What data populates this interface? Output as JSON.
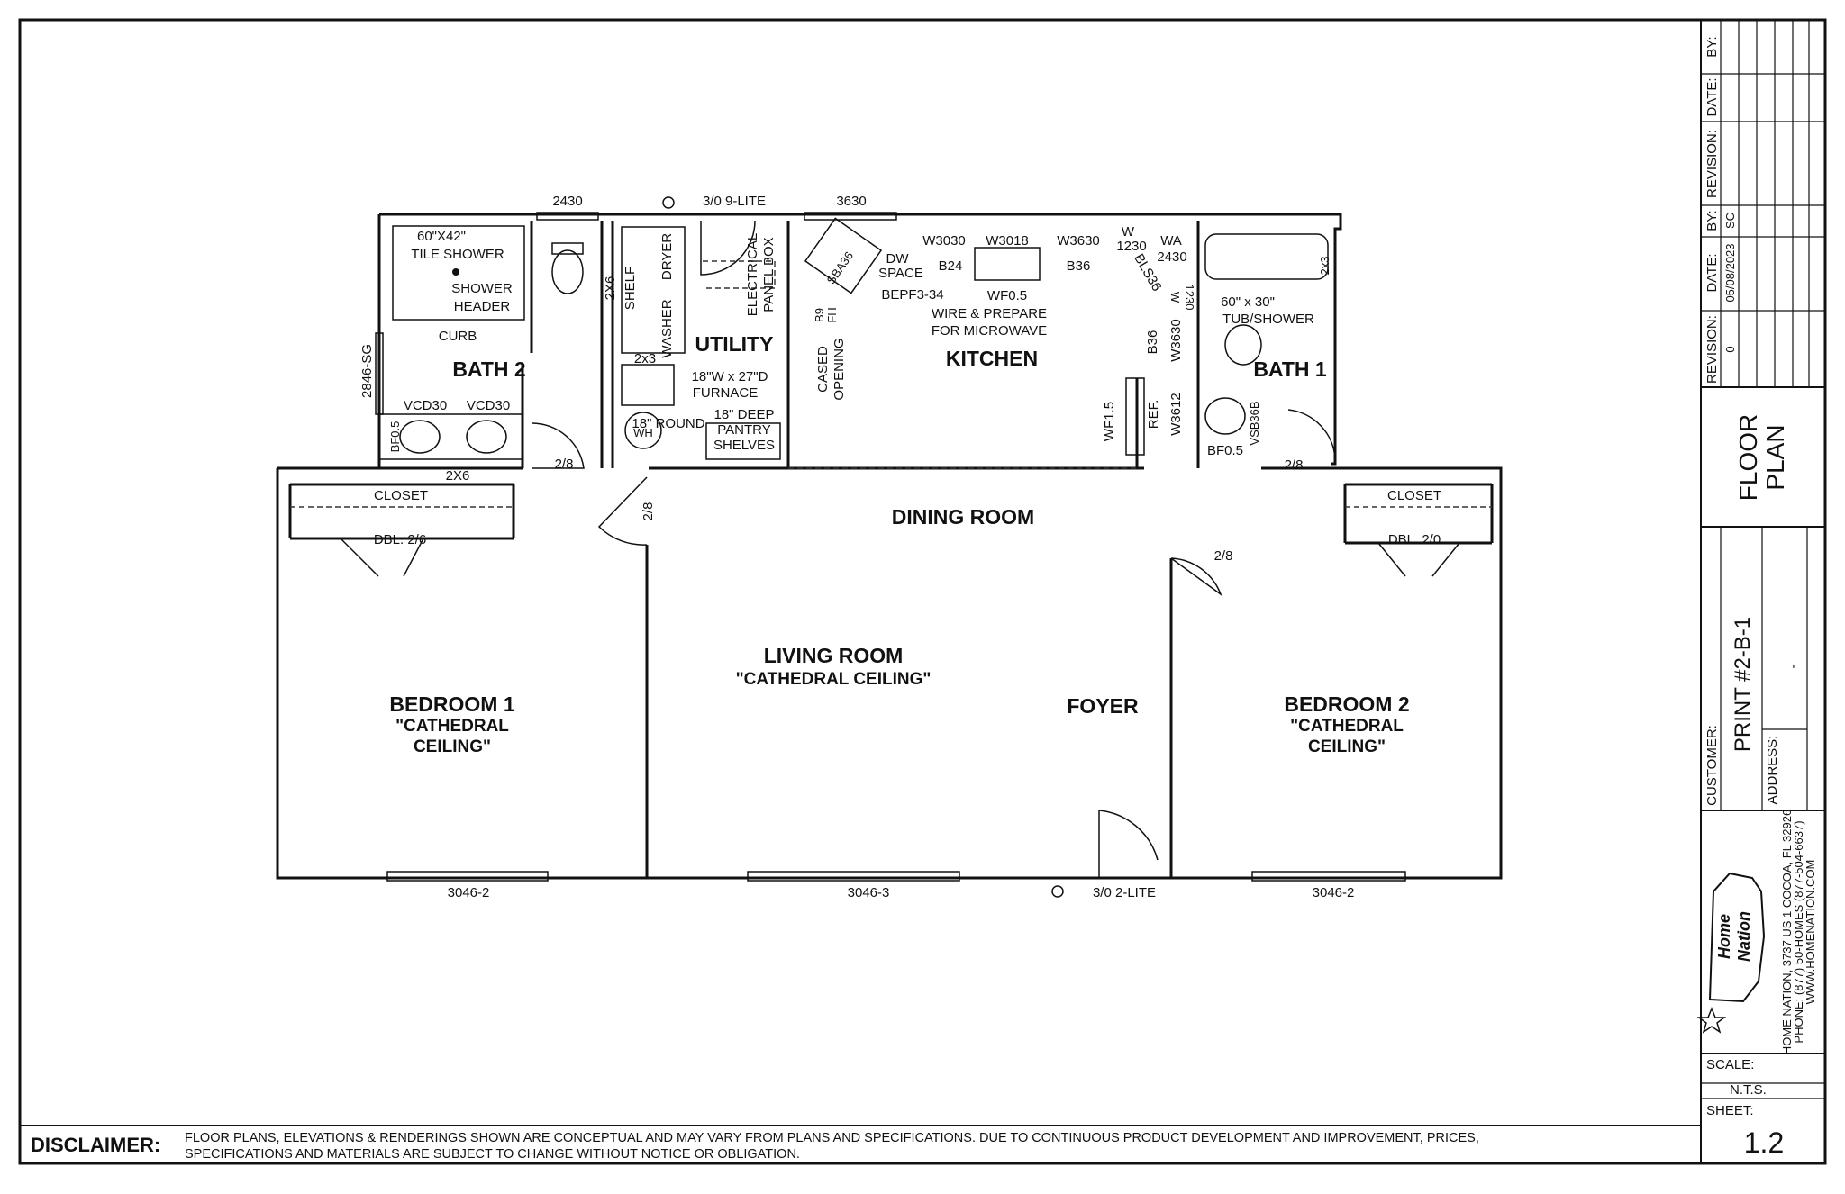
{
  "plan": {
    "rooms": {
      "bath2": "BATH 2",
      "utility": "UTILITY",
      "kitchen": "KITCHEN",
      "bath1": "BATH 1",
      "dining": "DINING ROOM",
      "living": "LIVING ROOM",
      "living_sub": "\"CATHEDRAL CEILING\"",
      "foyer": "FOYER",
      "bedroom1": "BEDROOM 1",
      "bedroom1_sub1": "\"CATHEDRAL",
      "bedroom1_sub2": "CEILING\"",
      "bedroom2": "BEDROOM 2",
      "bedroom2_sub1": "\"CATHEDRAL",
      "bedroom2_sub2": "CEILING\"",
      "closet_left": "CLOSET",
      "closet_right": "CLOSET"
    },
    "labels": {
      "w2430_top": "2430",
      "door_3_0_9lite": "3/0 9-LITE",
      "w3630_top": "3630",
      "tile_shower_1": "60\"X42\"",
      "tile_shower_2": "TILE SHOWER",
      "shower_header_1": "SHOWER",
      "shower_header_2": "HEADER",
      "curb": "CURB",
      "sg_2846": "2846-SG",
      "vcd30_a": "VCD30",
      "vcd30_b": "VCD30",
      "bf05_left": "BF0.5",
      "x2x6_bottom": "2X6",
      "door_2_8_bath2": "2/8",
      "shelf": "SHELF",
      "x2x6_util": "2X6",
      "x2x3_util": "2x3",
      "washer": "WASHER",
      "dryer": "DRYER",
      "electrical_1": "ELECTRICAL",
      "electrical_2": "PANEL BOX",
      "furnace_1": "18\"W x 27\"D",
      "furnace_2": "FURNACE",
      "wh_round": "18\" ROUND",
      "wh": "WH",
      "pantry_1": "18\" DEEP",
      "pantry_2": "PANTRY",
      "pantry_3": "SHELVES",
      "cased_1": "CASED",
      "cased_2": "OPENING",
      "sba36": "SBA36",
      "b9": "B9",
      "fh": "FH",
      "dw_1": "DW",
      "dw_2": "SPACE",
      "w3030": "W3030",
      "b24": "B24",
      "bepf": "BEPF3-34",
      "w3018": "W3018",
      "wf05": "WF0.5",
      "w3630_k": "W3630",
      "b36_k": "B36",
      "w1230_1": "W",
      "w1230_2": "1230",
      "bls36": "BLS36",
      "wa": "WA",
      "wa_2430": "2430",
      "w_1230_v": "W",
      "w_1230_v2": "1230",
      "microwave_1": "WIRE & PREPARE",
      "microwave_2": "FOR MICROWAVE",
      "b36_v": "B36",
      "w3630_v": "W3630",
      "wf15": "WF1.5",
      "ref": "REF.",
      "w3612": "W3612",
      "tub_1": "60\" x 30\"",
      "tub_2": "TUB/SHOWER",
      "x2x3_bath1": "2x3",
      "vsb36b": "VSB36B",
      "bf05_right": "BF0.5",
      "door_2_8_bath1": "2/8",
      "door_2_8_bed1": "2/8",
      "door_2_8_bed2": "2/8",
      "dbl_26": "DBL. 2/6",
      "dbl_20": "DBL. 2/0",
      "w3046_2_left": "3046-2",
      "w3046_3": "3046-3",
      "door_3_0_2lite": "3/0 2-LITE",
      "w3046_2_right": "3046-2"
    }
  },
  "title_block": {
    "revision_header": "REVISION:",
    "date_header": "DATE:",
    "by_header": "BY:",
    "revision_value": "0",
    "date_value": "05/08/2023",
    "by_value": "SC",
    "sheet_title_1": "FLOOR",
    "sheet_title_2": "PLAN",
    "customer_label": "CUSTOMER:",
    "customer_value": "PRINT #2-B-1",
    "address_label": "ADDRESS:",
    "address_value": "-",
    "company_line1": "HOME NATION, 3737 US 1 COCOA, FL 32926",
    "company_line2": "PHONE: (877) 50-HOMES (877-504-6637)",
    "company_line3": "WWW.HOMENATION.COM",
    "logo_text_1": "Home",
    "logo_text_2": "Nation",
    "scale_label": "SCALE:",
    "scale_value": "N.T.S.",
    "sheet_label": "SHEET:",
    "sheet_value": "1.2"
  },
  "disclaimer": {
    "label": "DISCLAIMER:",
    "line1": "FLOOR PLANS, ELEVATIONS & RENDERINGS SHOWN ARE CONCEPTUAL AND MAY VARY FROM PLANS AND SPECIFICATIONS. DUE TO CONTINUOUS PRODUCT DEVELOPMENT AND IMPROVEMENT, PRICES,",
    "line2": "SPECIFICATIONS AND MATERIALS ARE SUBJECT TO CHANGE WITHOUT NOTICE OR OBLIGATION."
  }
}
